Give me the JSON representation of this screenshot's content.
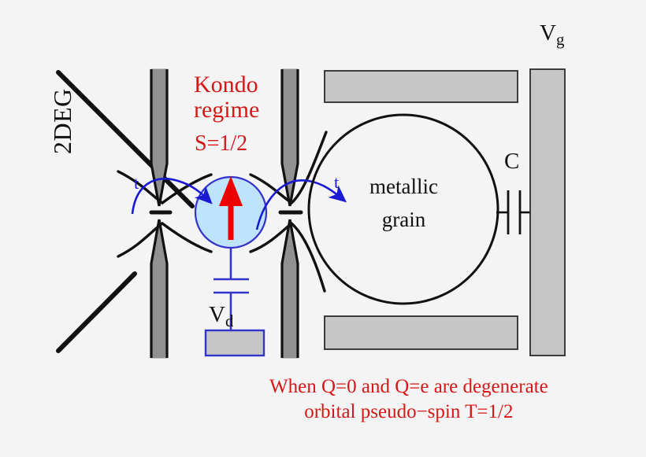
{
  "figure": {
    "background_color": "#f4f4f4",
    "title": "Kondo regime quantum dot coupled to metallic grain"
  },
  "palette": {
    "background": "#f4f4f4",
    "gate_dark_gray": "#919191",
    "gate_light_gray": "#c6c6c6",
    "dot_fill_light_blue": "#bee3fb",
    "dot_stroke_blue": "#3333cc",
    "arrow_red": "#ee0000",
    "text_red": "#d41818",
    "text_blue": "#1a1ad2",
    "line_black": "#111111"
  },
  "labels": {
    "kondo_line1": "Kondo",
    "kondo_line2": "regime",
    "spin": "S=1/2",
    "twodeg": "2DEG",
    "grain_line1": "metallic",
    "grain_line2": "grain",
    "capacitance": "C",
    "vg_main": "V",
    "vg_sub": "g",
    "vd_main": "V",
    "vd_sub": "d",
    "tunnel_left": "t",
    "tunnel_right": "t",
    "caption_line1": "When Q=0 and Q=e are degenerate",
    "caption_line2": "orbital pseudo−spin T=1/2"
  },
  "elements": {
    "left_gate_bar": "dark-gray split-gate electrode, left of quantum dot",
    "right_gate_bar": "dark-gray split-gate electrode, right of quantum dot",
    "quantum_dot": "light blue filled circle with red up-spin arrow",
    "metallic_grain": "large open circle outlined in black",
    "vg_electrode": "light gray vertical gate bar on far right",
    "vd_electrode": "light gray small gate pad below quantum dot",
    "top_light_gate": "light gray horizontal bar above metallic grain",
    "bottom_light_gate": "light gray horizontal bar below metallic grain",
    "capacitor_c": "two parallel plates linking grain to Vg gate",
    "capacitor_vd": "two parallel blue plates linking dot to Vd pad",
    "twodeg_line": "thick black diagonal line marking the 2DEG plane",
    "qpc_left": "left quantum point contact constriction",
    "qpc_right": "right quantum point contact constriction",
    "tunnel_arrow_left": "blue curved arrow showing tunneling into the dot",
    "tunnel_arrow_right": "blue curved arrow showing tunneling into the grain"
  }
}
